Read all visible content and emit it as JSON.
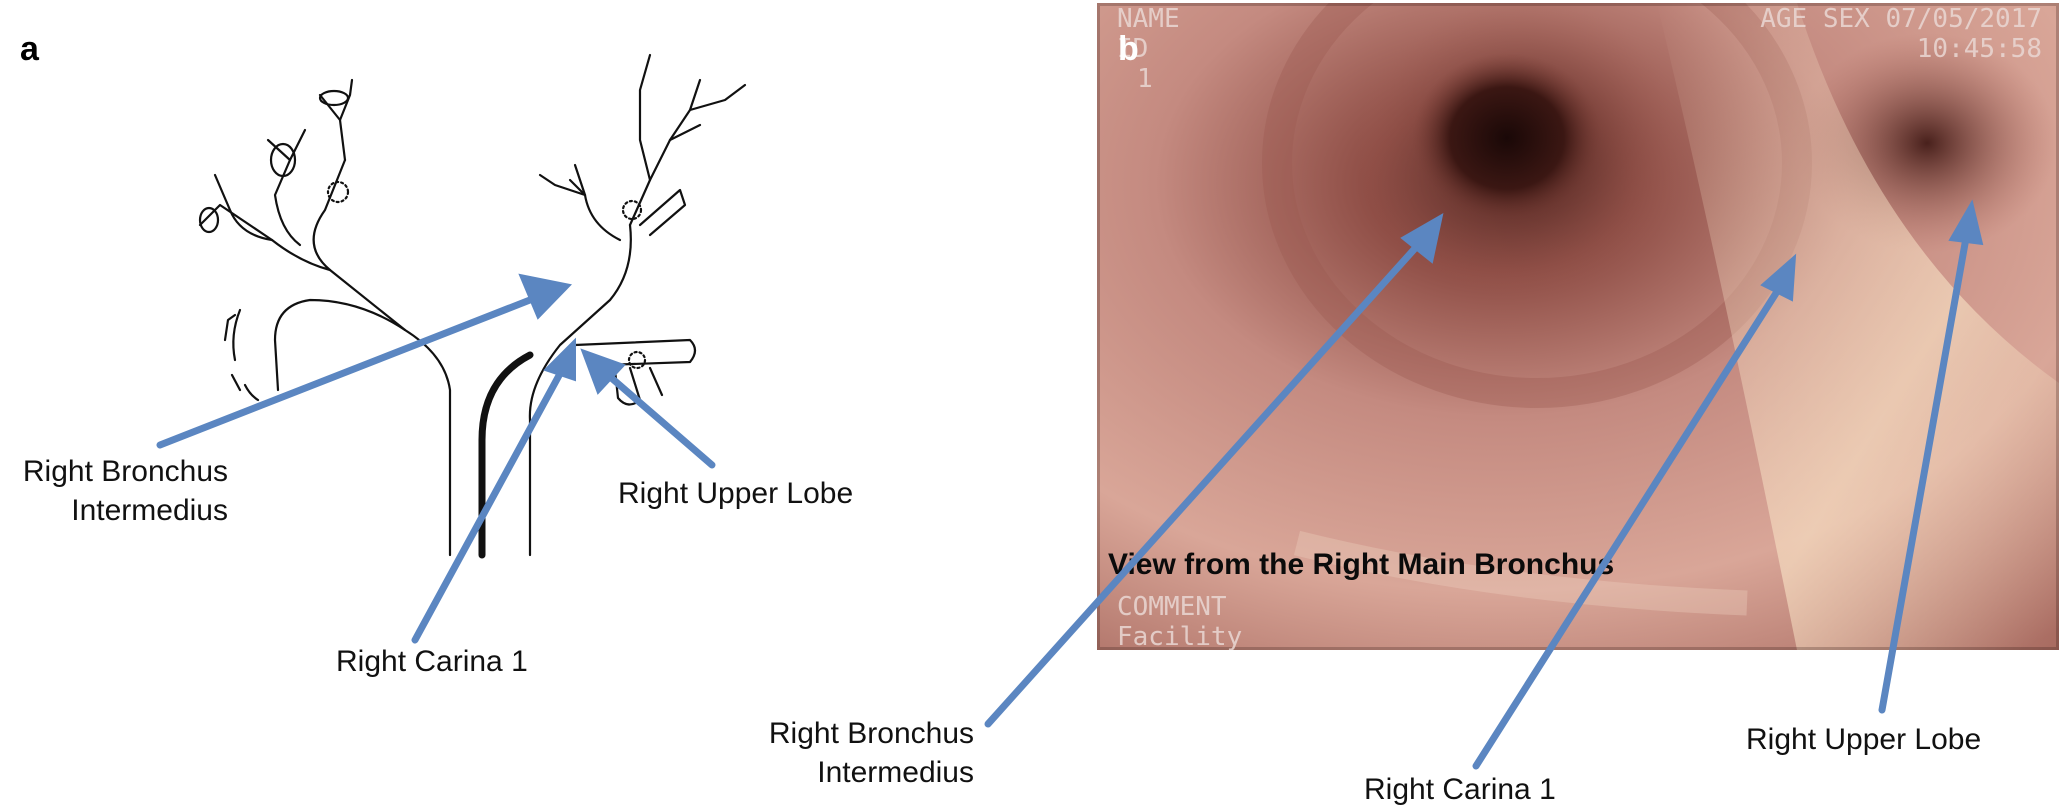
{
  "panel_a": {
    "letter": "a",
    "labels": {
      "bronchus_intermedius_line1": "Right Bronchus",
      "bronchus_intermedius_line2": "Intermedius",
      "upper_lobe": "Right Upper Lobe",
      "carina": "Right Carina 1"
    }
  },
  "panel_b": {
    "letter": "b",
    "overlay_text": {
      "name": "NAME",
      "id": "ID",
      "number": "1",
      "age_sex_date": "AGE SEX 07/05/2017",
      "time": "10:45:58",
      "comment": "COMMENT",
      "facility": "Facility"
    },
    "caption": "View from the Right Main Bronchus",
    "labels": {
      "bronchus_intermedius_line1": "Right Bronchus",
      "bronchus_intermedius_line2": "Intermedius",
      "carina": "Right Carina 1",
      "upper_lobe": "Right Upper Lobe"
    }
  },
  "colors": {
    "arrow": "#5b86c1",
    "outline": "#111111",
    "mucosa": "#c9928c"
  }
}
